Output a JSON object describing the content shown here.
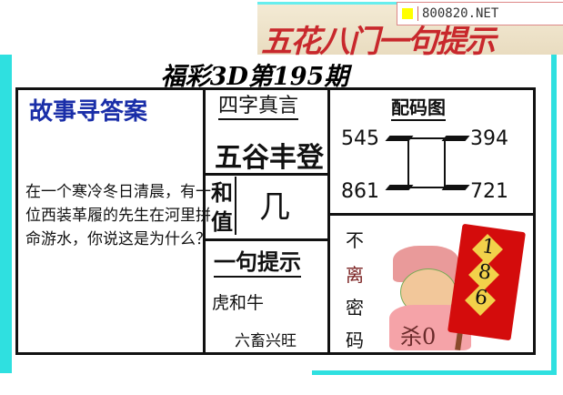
{
  "banner": {
    "title": "五花八门一句提示"
  },
  "watermark": {
    "text": "800820.NET"
  },
  "title": "福彩3D第195期",
  "story": {
    "heading": "故事寻答案",
    "lines": [
      "在一个寒冷冬日清晨，有一",
      "位西装革履的先生在河里拼",
      "命游水，你说这是为什么？"
    ]
  },
  "four_words": {
    "heading": "四字真言",
    "value": "五谷丰登"
  },
  "sum": {
    "label_1": "和",
    "label_2": "值",
    "value": "几"
  },
  "hint": {
    "heading": "一句提示",
    "line1": "虎和牛",
    "line2": "六畜兴旺"
  },
  "pair_chart": {
    "heading": "配码图",
    "top_left": "545",
    "top_right": "394",
    "bottom_left": "861",
    "bottom_right": "721"
  },
  "secret": {
    "chars": [
      "不",
      "离",
      "密",
      "码"
    ],
    "flag_digits": [
      "1",
      "8",
      "6"
    ],
    "kill": "杀0"
  },
  "colors": {
    "cyan_frame": "#2fe0e0",
    "story_blue": "#1a2ea8",
    "banner_red": "#c8282c",
    "flag_red": "#d40c0c"
  }
}
